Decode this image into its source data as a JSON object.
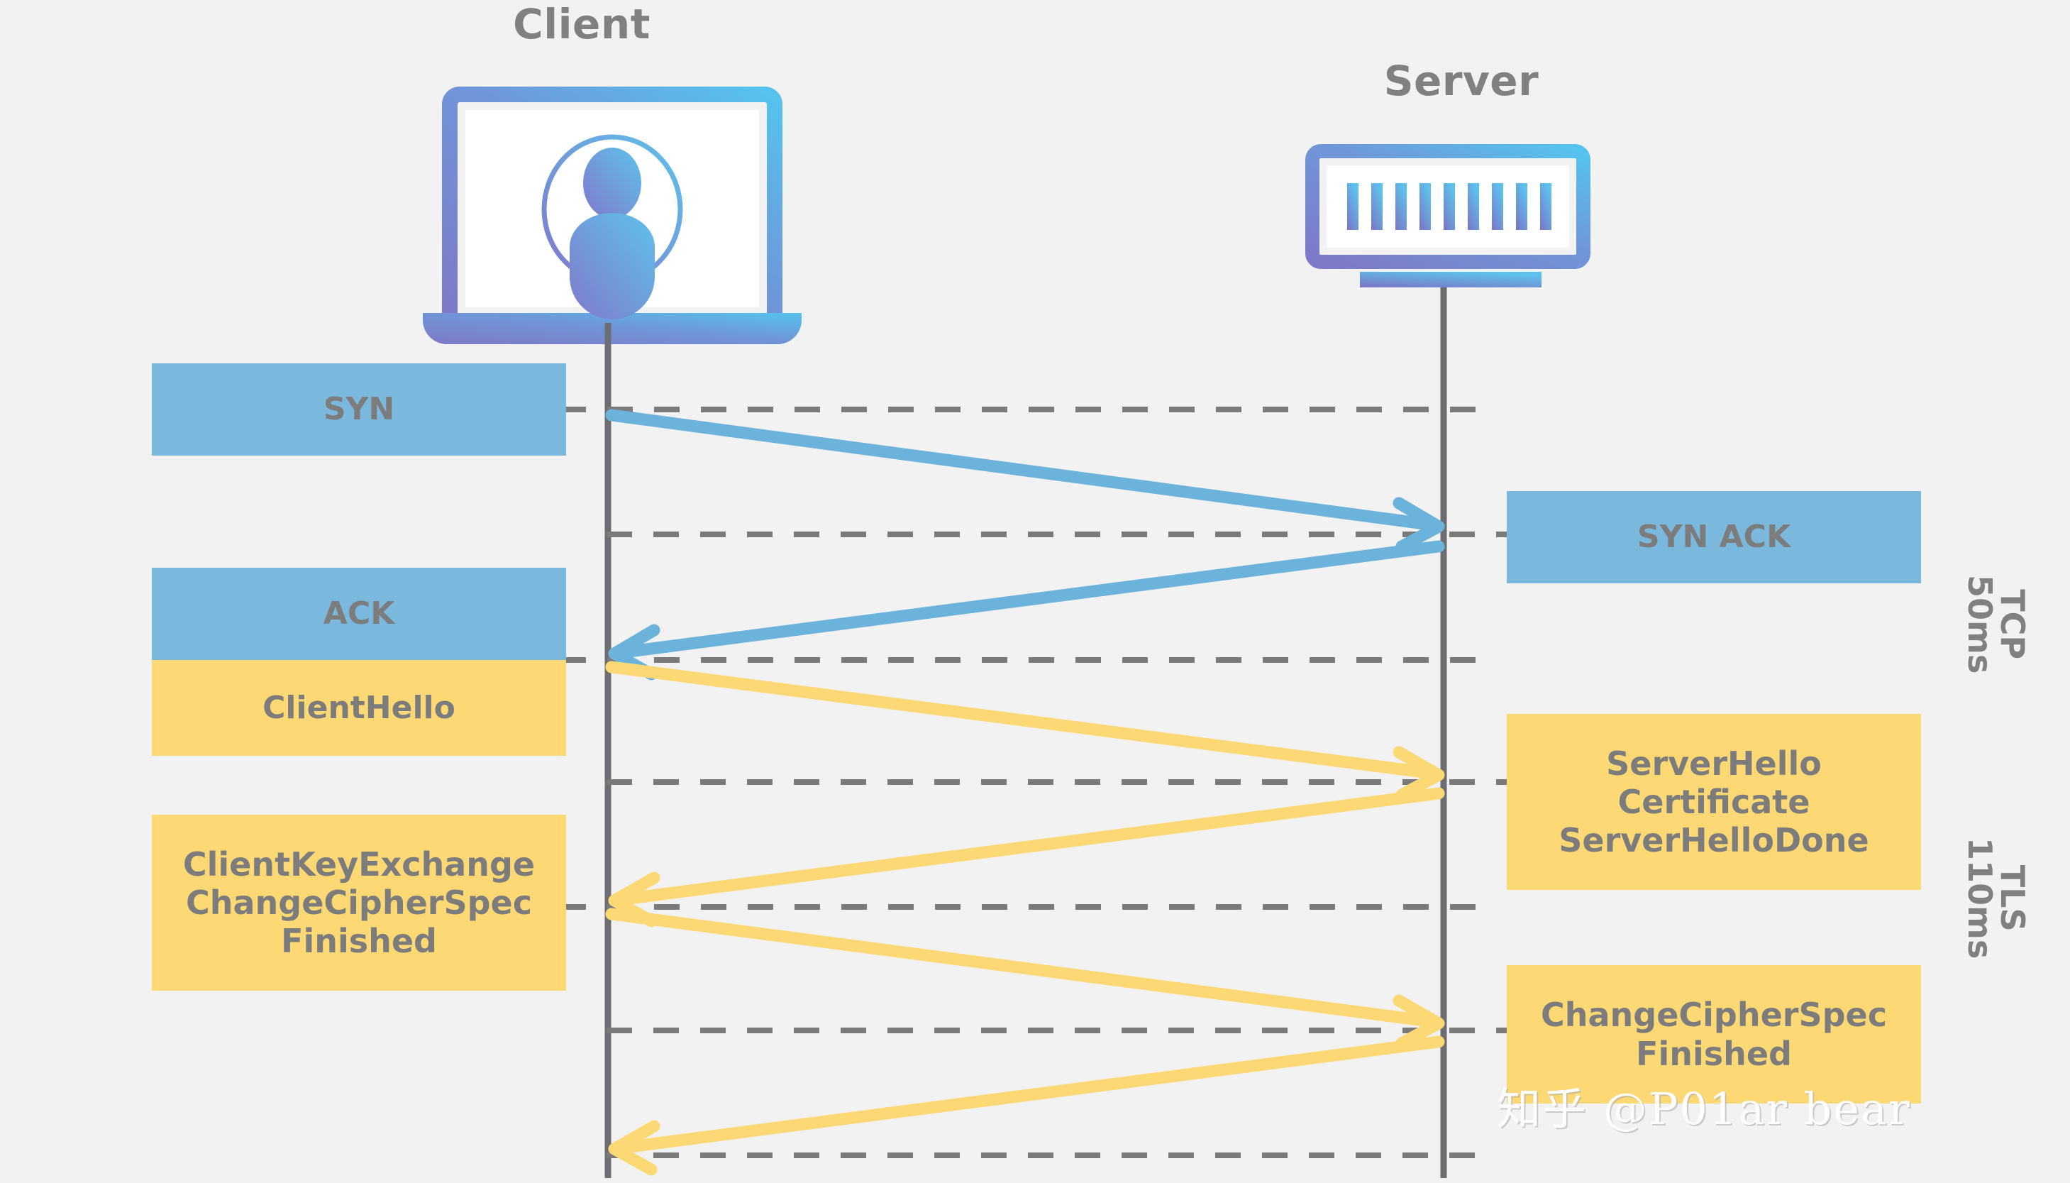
{
  "diagram": {
    "title_client": "Client",
    "title_server": "Server",
    "colors": {
      "background": "#f2f2f2",
      "tcp_blue": "#7bb8dd",
      "tls_yellow": "#fcd975",
      "text_gray": "#7c7c7c",
      "lifeline_gray": "#6d6e71",
      "dash_gray": "#7a7a7a",
      "icon_gradient_start": "#7e78c8",
      "icon_gradient_end": "#5bc0ea"
    },
    "left_boxes": [
      {
        "id": "syn",
        "label": "SYN",
        "type": "tcp"
      },
      {
        "id": "ack",
        "label": "ACK",
        "type": "tcp"
      },
      {
        "id": "client-hello",
        "label": "ClientHello",
        "type": "tls"
      },
      {
        "id": "client-key-exchange",
        "label": "ClientKeyExchange\nChangeCipherSpec\nFinished",
        "type": "tls"
      }
    ],
    "right_boxes": [
      {
        "id": "syn-ack",
        "label": "SYN ACK",
        "type": "tcp"
      },
      {
        "id": "server-hello",
        "label": "ServerHello\nCertificate\nServerHelloDone",
        "type": "tls"
      },
      {
        "id": "server-change-cipher",
        "label": "ChangeCipherSpec\nFinished",
        "type": "tls"
      }
    ],
    "phase_labels": [
      {
        "id": "tcp-phase",
        "protocol": "TCP",
        "duration": "50ms"
      },
      {
        "id": "tls-phase",
        "protocol": "TLS",
        "duration": "110ms"
      }
    ],
    "arrows": [
      {
        "id": "arrow-syn",
        "direction": "right",
        "color": "tcp"
      },
      {
        "id": "arrow-syn-ack",
        "direction": "left",
        "color": "tcp"
      },
      {
        "id": "arrow-client-hello",
        "direction": "right",
        "color": "tls"
      },
      {
        "id": "arrow-server-hello",
        "direction": "left",
        "color": "tls"
      },
      {
        "id": "arrow-client-key-exchange",
        "direction": "right",
        "color": "tls"
      },
      {
        "id": "arrow-server-finished",
        "direction": "left",
        "color": "tls"
      }
    ],
    "watermark": "知乎 @P01ar bear"
  }
}
